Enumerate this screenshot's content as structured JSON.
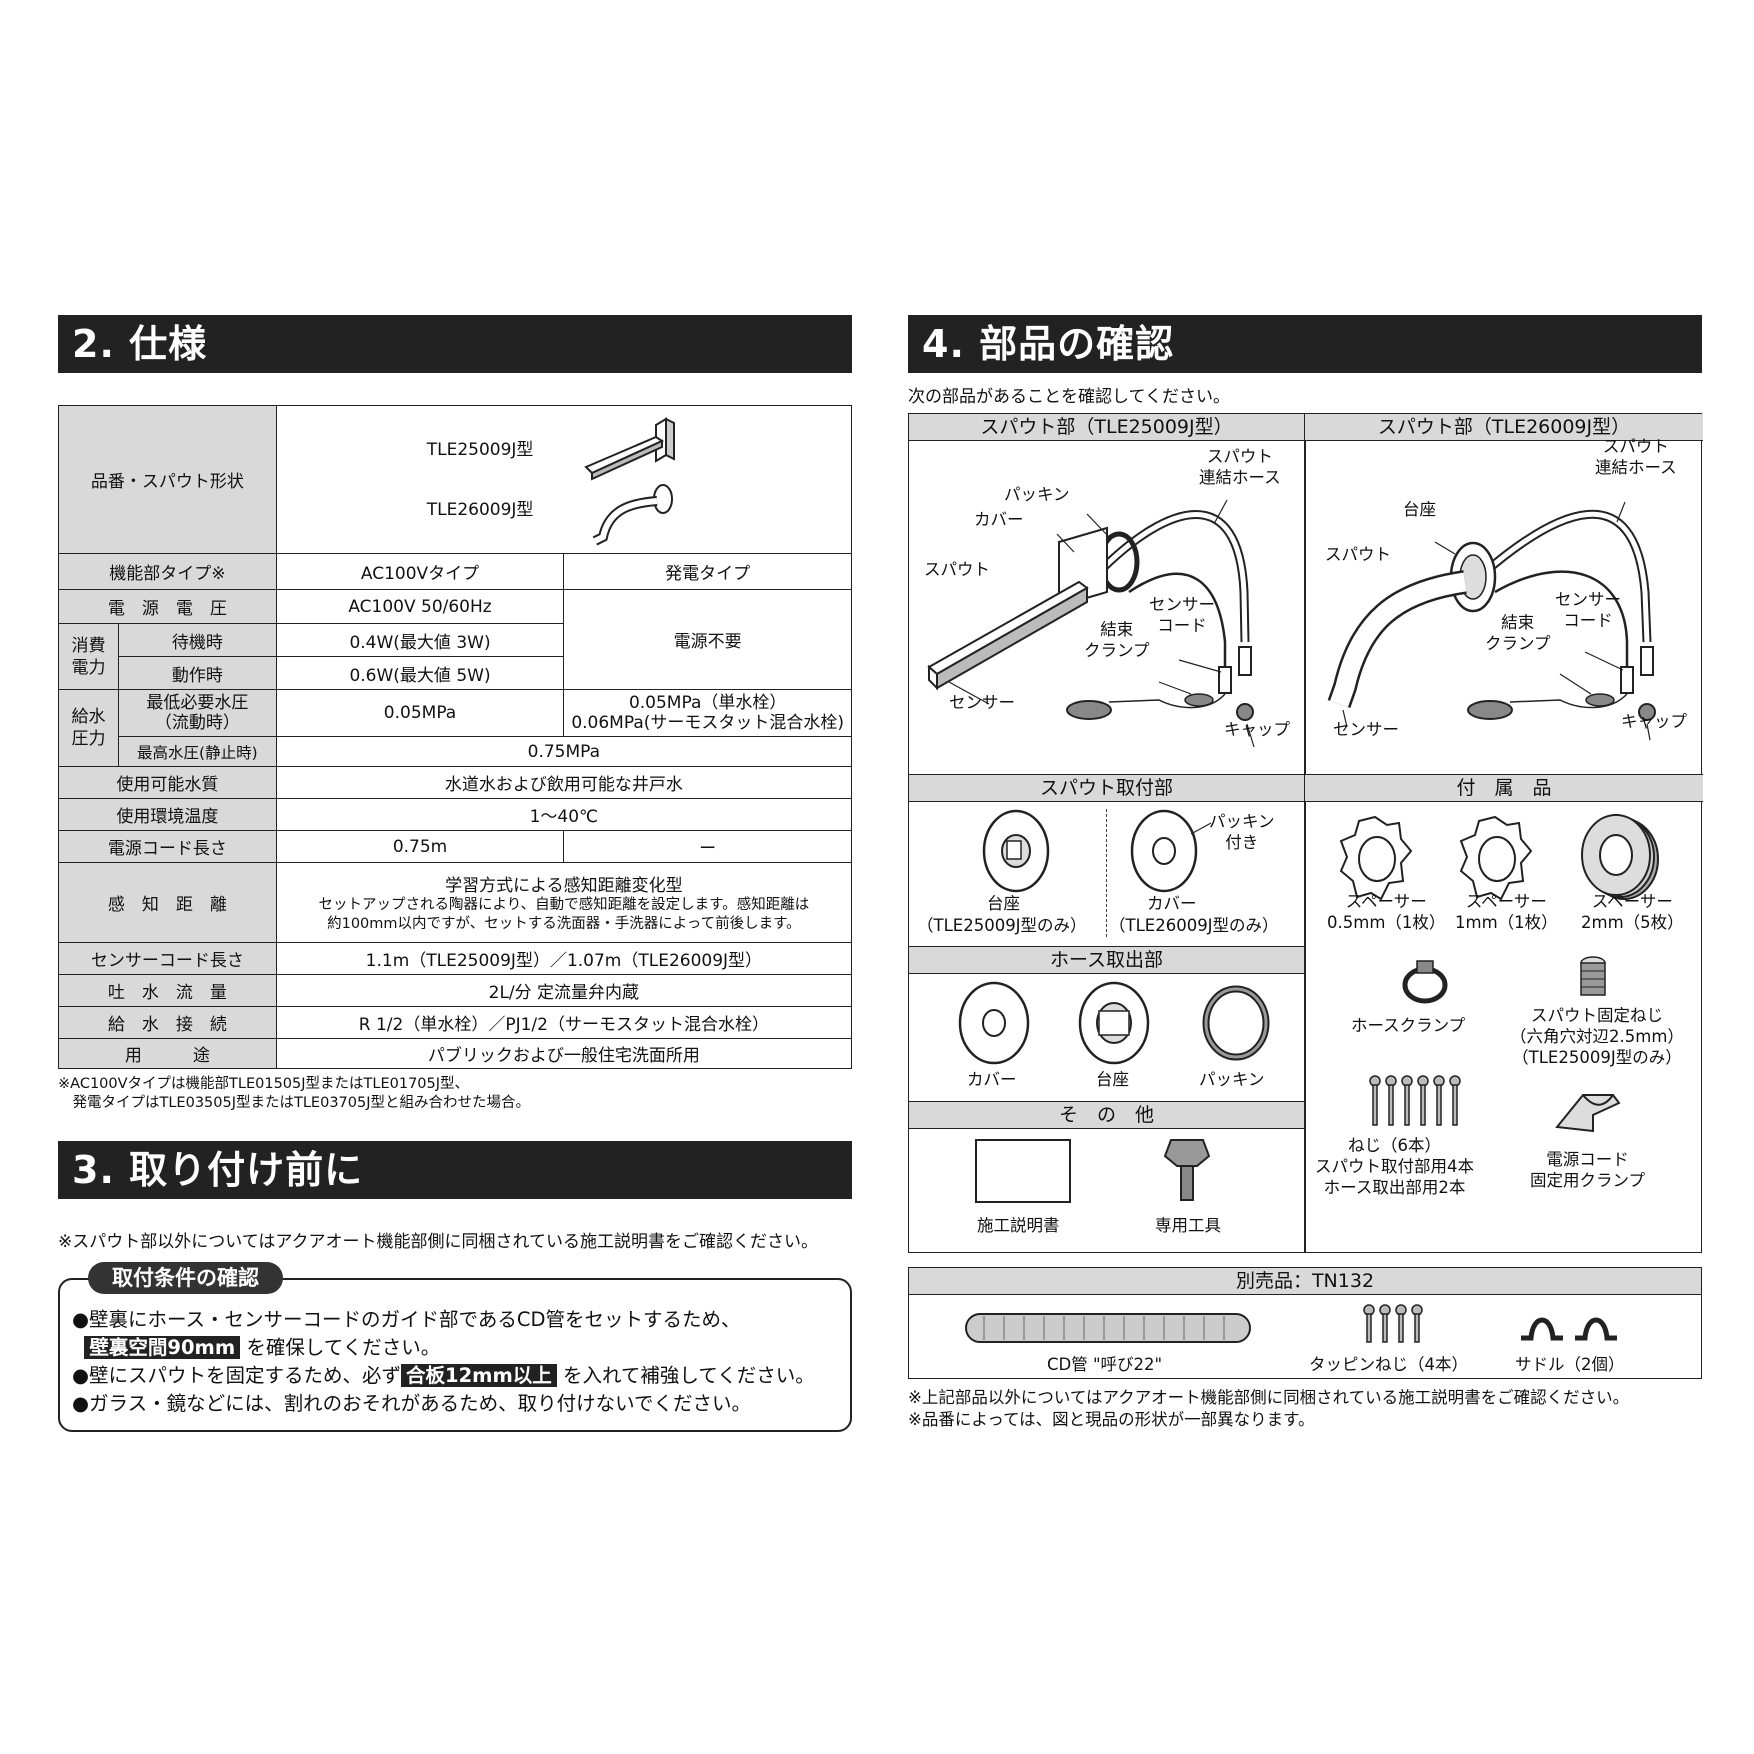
{
  "spec": {
    "heading": "2. 仕様",
    "model_shape_label": "品番・スパウト形状",
    "model1": "TLE25009J型",
    "model2": "TLE26009J型",
    "func_type_label": "機能部タイプ※",
    "ac_type": "AC100Vタイプ",
    "gen_type": "発電タイプ",
    "voltage_label": "電　源　電　圧",
    "voltage_ac": "AC100V 50/60Hz",
    "no_power": "電源不要",
    "power_label": "消費電力",
    "standby_label": "待機時",
    "standby_val": "0.4W(最大値 3W)",
    "operate_label": "動作時",
    "operate_val": "0.6W(最大値 5W)",
    "pressure_label": "給水圧力",
    "min_pressure_label": "最低必要水圧",
    "min_pressure_sub": "（流動時）",
    "min_pressure_ac": "0.05MPa",
    "min_pressure_gen1": "0.05MPa（単水栓）",
    "min_pressure_gen2": "0.06MPa(サーモスタット混合水栓)",
    "max_pressure_label": "最高水圧(静止時)",
    "max_pressure_val": "0.75MPa",
    "water_label": "使用可能水質",
    "water_val": "水道水および飲用可能な井戸水",
    "temp_label": "使用環境温度",
    "temp_val": "1〜40℃",
    "cord_label": "電源コード長さ",
    "cord_ac": "0.75m",
    "cord_gen": "ー",
    "sense_label": "感　知　距　離",
    "sense_line1": "学習方式による感知距離変化型",
    "sense_line2": "セットアップされる陶器により、自動で感知距離を設定します。感知距離は",
    "sense_line3": "約100mm以内ですが、セットする洗面器・手洗器によって前後します。",
    "sensor_cord_label": "センサーコード長さ",
    "sensor_cord_val": "1.1m（TLE25009J型）／1.07m（TLE26009J型）",
    "flow_label": "吐　水　流　量",
    "flow_val": "2L/分 定流量弁内蔵",
    "connect_label": "給　水　接　続",
    "connect_val": "R 1/2（単水栓）／PJ1/2（サーモスタット混合水栓）",
    "use_label": "用　　　途",
    "use_val": "パブリックおよび一般住宅洗面所用",
    "note1": "※AC100Vタイプは機能部TLE01505J型またはTLE01705J型、",
    "note2": "　発電タイプはTLE03505J型またはTLE03705J型と組み合わせた場合。"
  },
  "before": {
    "heading": "3. 取り付け前に",
    "note": "※スパウト部以外についてはアクアオート機能部側に同梱されている施工説明書をご確認ください。",
    "cond_title": "取付条件の確認",
    "b1a": "●壁裏にホース・センサーコードのガイド部であるCD管をセットするため、",
    "b1_hl": "壁裏空間90mm",
    "b1b": "を確保してください。",
    "b2a": "●壁にスパウトを固定するため、必ず",
    "b2_hl": "合板12mm以上",
    "b2b": "を入れて補強してください。",
    "b3": "●ガラス・鏡などには、割れのおそれがあるため、取り付けないでください。"
  },
  "parts": {
    "heading": "4. 部品の確認",
    "intro": "次の部品があることを確認してください。",
    "spout1_head": "スパウト部（TLE25009J型）",
    "spout2_head": "スパウト部（TLE26009J型）",
    "hose_joint": "スパウト",
    "hose_joint2": "連結ホース",
    "packing": "パッキン",
    "cover": "カバー",
    "spout": "スパウト",
    "sensor_cord1": "センサー",
    "sensor_cord2": "コード",
    "clamp1": "結束",
    "clamp2": "クランプ",
    "sensor": "センサー",
    "cap": "キャップ",
    "base": "台座",
    "mount_head": "スパウト取付部",
    "base_only": "（TLE25009J型のみ）",
    "packing_with1": "パッキン",
    "packing_with2": "付き",
    "cover_only": "（TLE26009J型のみ）",
    "hose_out_head": "ホース取出部",
    "other_head": "そ　の　他",
    "manual": "施工説明書",
    "tool": "専用工具",
    "acc_head": "付　属　品",
    "spacer": "スペーサー",
    "spacer1_sz": "0.5mm（1枚）",
    "spacer2_sz": "1mm（1枚）",
    "spacer3_sz": "2mm（5枚）",
    "hose_clamp": "ホースクランプ",
    "fix_screw1": "スパウト固定ねじ",
    "fix_screw2": "（六角穴対辺2.5mm）",
    "fix_screw3": "（TLE25009J型のみ）",
    "screws1": "ねじ（6本）",
    "screws2": "スパウト取付部用4本",
    "screws3": "ホース取出部用2本",
    "cord_clamp1": "電源コード",
    "cord_clamp2": "固定用クランプ",
    "sold_head": "別売品：TN132",
    "cd_pipe": "CD管 \"呼び22\"",
    "tap_screws": "タッピンねじ（4本）",
    "saddle": "サドル（2個）",
    "foot1": "※上記部品以外についてはアクアオート機能部側に同梱されている施工説明書をご確認ください。",
    "foot2": "※品番によっては、図と現品の形状が一部異なります。"
  }
}
